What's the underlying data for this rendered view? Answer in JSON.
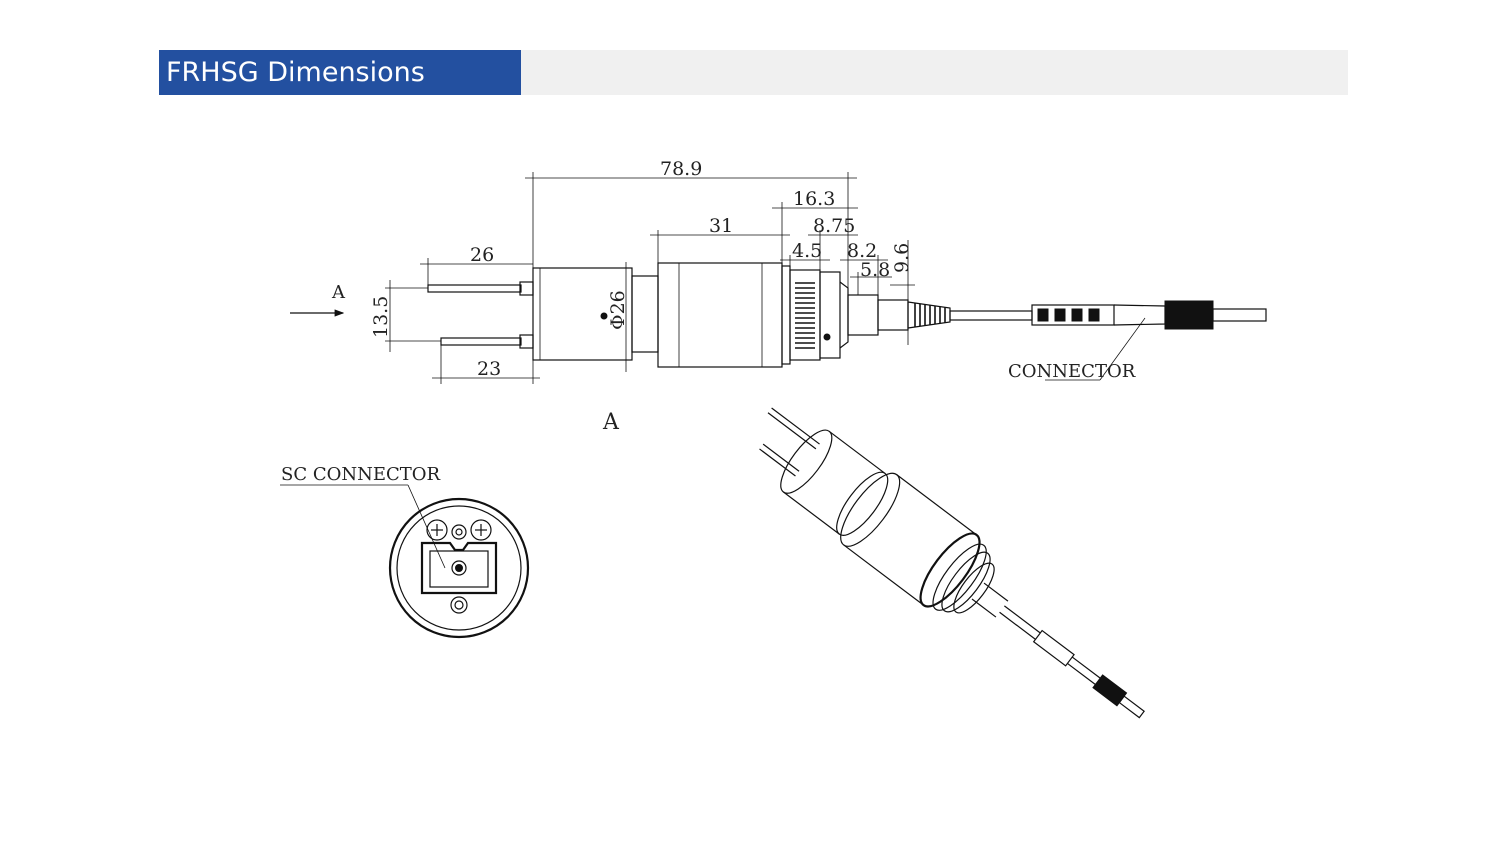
{
  "header": {
    "title": "FRHSG Dimensions"
  },
  "dimensions": {
    "overall_length": "78.9",
    "d_16_3": "16.3",
    "d_8_75": "8.75",
    "d_31": "31",
    "d_4_5": "4.5",
    "d_8_2": "8.2",
    "d_5_8": "5.8",
    "d_9_6": "9.6",
    "d_26": "26",
    "d_23": "23",
    "d_13_5": "13.5",
    "diameter": "Φ26"
  },
  "labels": {
    "section_arrow": "A",
    "section_view": "A",
    "connector": "CONNECTOR",
    "sc_connector": "SC CONNECTOR"
  },
  "colors": {
    "title_background": "#2350a0",
    "title_bar": "#f0f0f0",
    "title_text": "#ffffff"
  }
}
